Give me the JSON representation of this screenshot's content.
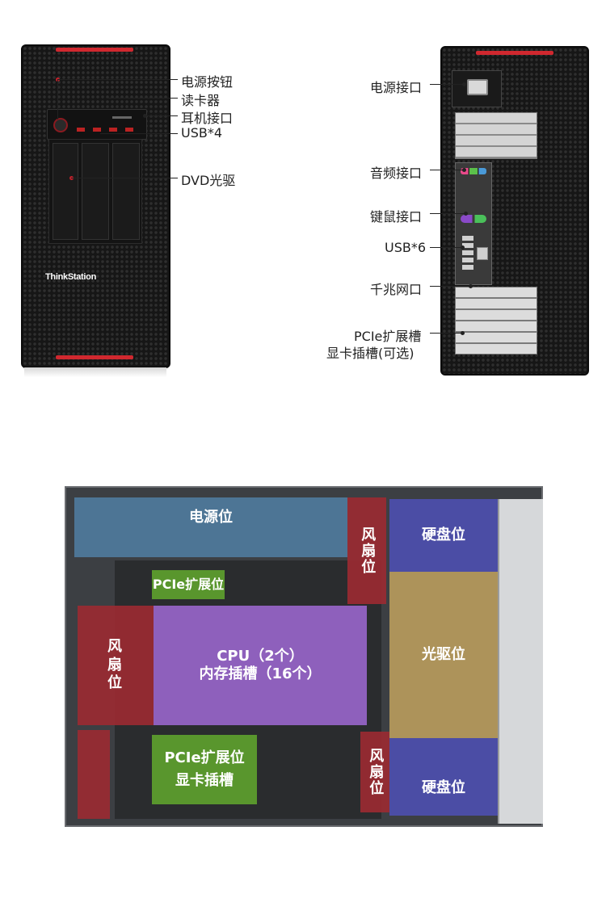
{
  "front_labels": {
    "power_button": "电源按钮",
    "card_reader": "读卡器",
    "headphone_jack": "耳机接口",
    "usb_front": "USB*4",
    "dvd_drive": "DVD光驱"
  },
  "brand": "ThinkStation",
  "rear_labels": {
    "power_port": "电源接口",
    "audio_port": "音频接口",
    "keyboard_mouse_port": "键鼠接口",
    "usb_rear": "USB*6",
    "gigabit_lan": "千兆网口",
    "pcie_slots_line1": "PCIe扩展槽",
    "pcie_slots_line2": "显卡插槽(可选)"
  },
  "interior_zones": {
    "psu_bay": "电源位",
    "fan_top": "风扇位",
    "hdd_bay_top": "硬盘位",
    "pcie_top": "PCIe扩展位",
    "fan_left": "风扇位",
    "cpu": "CPU（2个）",
    "memory": "内存插槽（16个）",
    "odd_bay": "光驱位",
    "pcie_bottom": "PCIe扩展位",
    "gpu_slot": "显卡插槽",
    "fan_bottom": "风扇位",
    "hdd_bay_bottom": "硬盘位"
  },
  "colors": {
    "psu_blue": "#4f7a9c",
    "fan_red": "#9a2a32",
    "hdd_purple": "#4c4fb0",
    "pcie_green": "#5ea22e",
    "cpu_violet": "#9c68d0",
    "odd_tan": "#b79a5c",
    "accent_red": "#d0282f"
  }
}
